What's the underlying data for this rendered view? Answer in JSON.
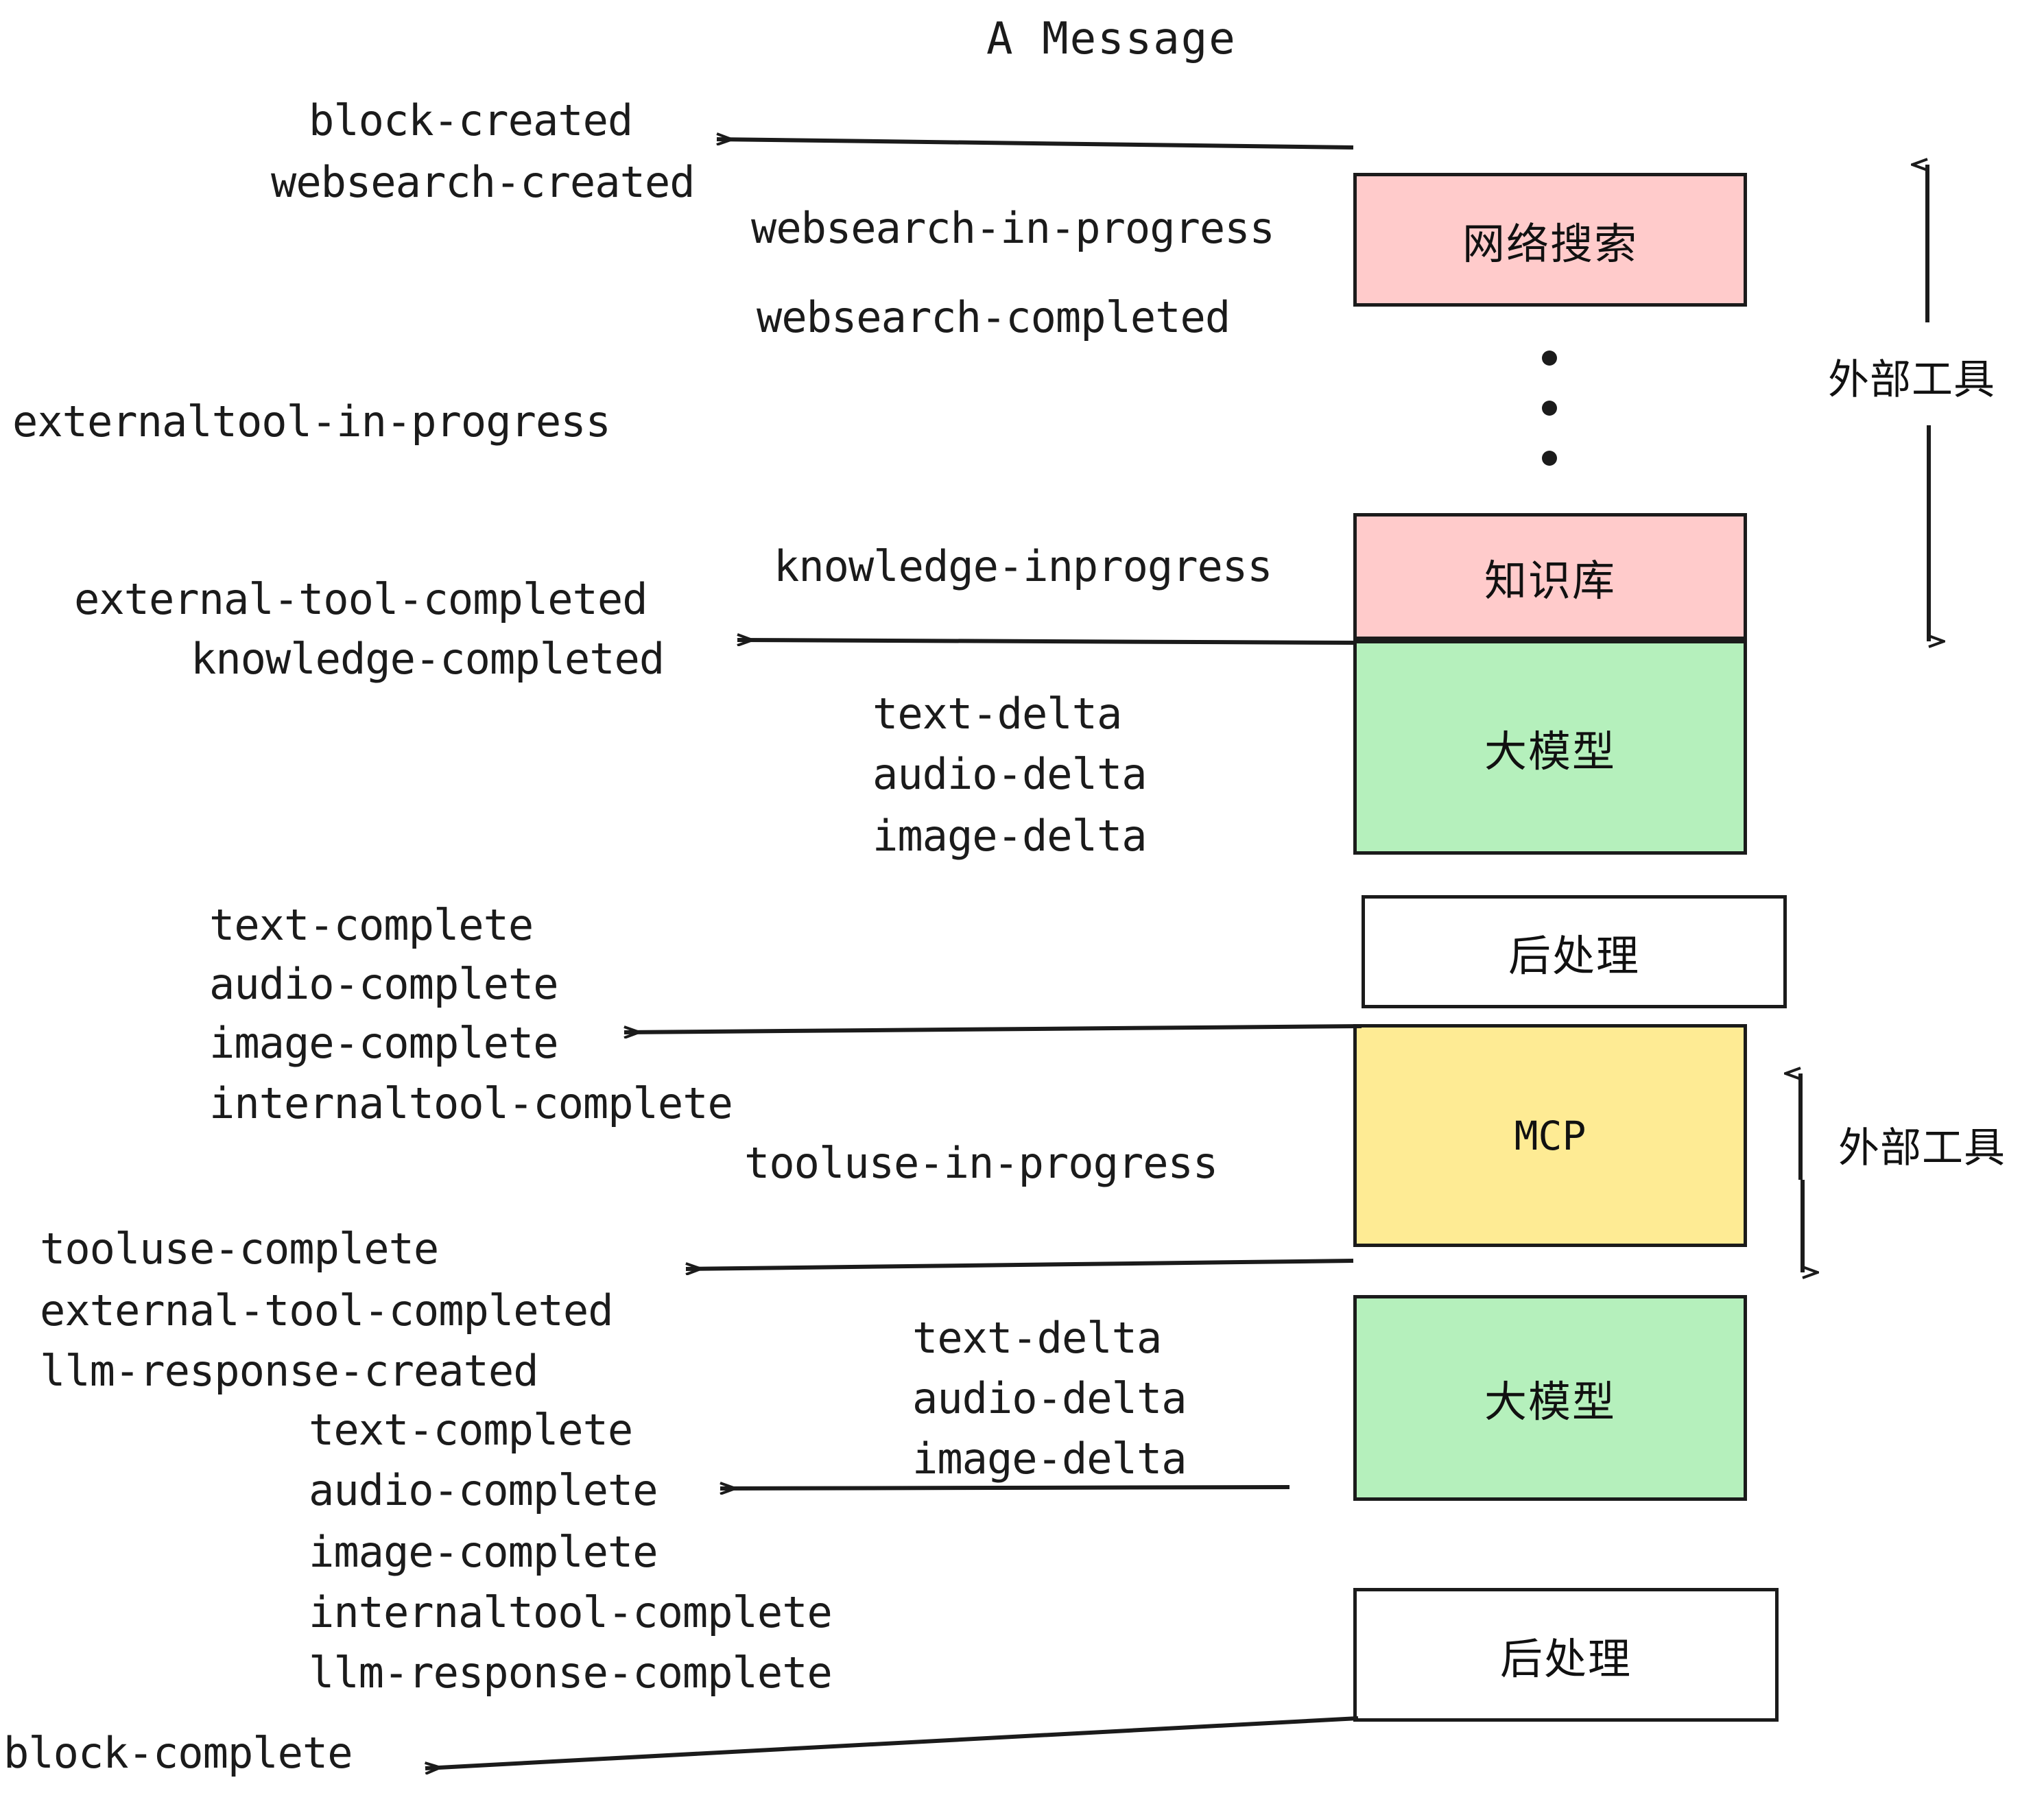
{
  "title": "A Message",
  "colors": {
    "pink": "#FFCBCB",
    "green": "#B5F0BC",
    "yellow": "#FEEB94",
    "white": "#FFFFFF",
    "stroke": "#1b1b1b"
  },
  "nodes": [
    {
      "id": "websearch",
      "label": "网络搜索",
      "fill": "#FFCBCB",
      "mono": false
    },
    {
      "id": "knowledge",
      "label": "知识库",
      "fill": "#FFCBCB",
      "mono": false
    },
    {
      "id": "llm-1",
      "label": "大模型",
      "fill": "#B5F0BC",
      "mono": false
    },
    {
      "id": "post-1",
      "label": "后处理",
      "fill": "#FFFFFF",
      "mono": false
    },
    {
      "id": "mcp",
      "label": "MCP",
      "fill": "#FEEB94",
      "mono": true
    },
    {
      "id": "llm-2",
      "label": "大模型",
      "fill": "#B5F0BC",
      "mono": false
    },
    {
      "id": "post-2",
      "label": "后处理",
      "fill": "#FFFFFF",
      "mono": false
    }
  ],
  "group_labels": [
    {
      "id": "external-tools-top",
      "text": "外部工具"
    },
    {
      "id": "external-tools-bottom",
      "text": "外部工具"
    }
  ],
  "events": [
    {
      "id": "e1",
      "text": "block-created"
    },
    {
      "id": "e2",
      "text": "websearch-created"
    },
    {
      "id": "e3",
      "text": "websearch-in-progress"
    },
    {
      "id": "e4",
      "text": "websearch-completed"
    },
    {
      "id": "e5",
      "text": "externaltool-in-progress"
    },
    {
      "id": "e6",
      "text": "knowledge-inprogress"
    },
    {
      "id": "e7",
      "text": "external-tool-completed"
    },
    {
      "id": "e8",
      "text": "knowledge-completed"
    },
    {
      "id": "e9",
      "text": "text-delta"
    },
    {
      "id": "e10",
      "text": "audio-delta"
    },
    {
      "id": "e11",
      "text": "image-delta"
    },
    {
      "id": "e12",
      "text": "text-complete"
    },
    {
      "id": "e13",
      "text": "audio-complete"
    },
    {
      "id": "e14",
      "text": "image-complete"
    },
    {
      "id": "e15",
      "text": "internaltool-complete"
    },
    {
      "id": "e16",
      "text": "tooluse-in-progress"
    },
    {
      "id": "e17",
      "text": "tooluse-complete"
    },
    {
      "id": "e18",
      "text": "external-tool-completed"
    },
    {
      "id": "e19",
      "text": "llm-response-created"
    },
    {
      "id": "e20",
      "text": "text-complete"
    },
    {
      "id": "e21",
      "text": "audio-complete"
    },
    {
      "id": "e22",
      "text": "image-complete"
    },
    {
      "id": "e23",
      "text": "internaltool-complete"
    },
    {
      "id": "e24",
      "text": "llm-response-complete"
    },
    {
      "id": "e25",
      "text": "text-delta"
    },
    {
      "id": "e26",
      "text": "audio-delta"
    },
    {
      "id": "e27",
      "text": "image-delta"
    },
    {
      "id": "e28",
      "text": "block-complete"
    }
  ]
}
